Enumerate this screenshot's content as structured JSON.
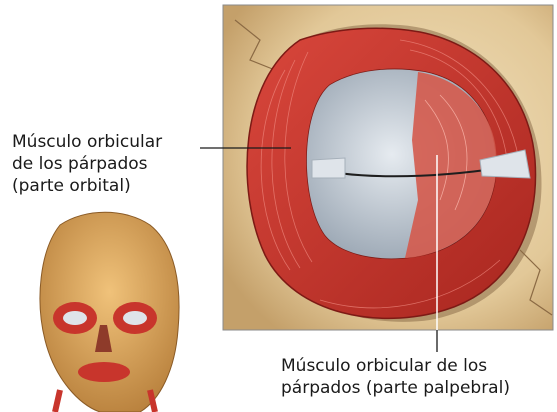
{
  "labels": {
    "orbital": {
      "line1": "Músculo orbicular",
      "line2": "de los párpados",
      "line3": "(parte orbital)"
    },
    "palpebral": {
      "line1": "Músculo orbicular de los",
      "line2": "párpados (parte palpebral)"
    }
  },
  "colors": {
    "muscle_red": "#c8352c",
    "muscle_dark": "#8e1f1a",
    "bone": "#e9d4a8",
    "bone_shade": "#c9ab76",
    "eyelid_tissue": "#cfd6de",
    "skin_tone": "#d9a45f"
  }
}
